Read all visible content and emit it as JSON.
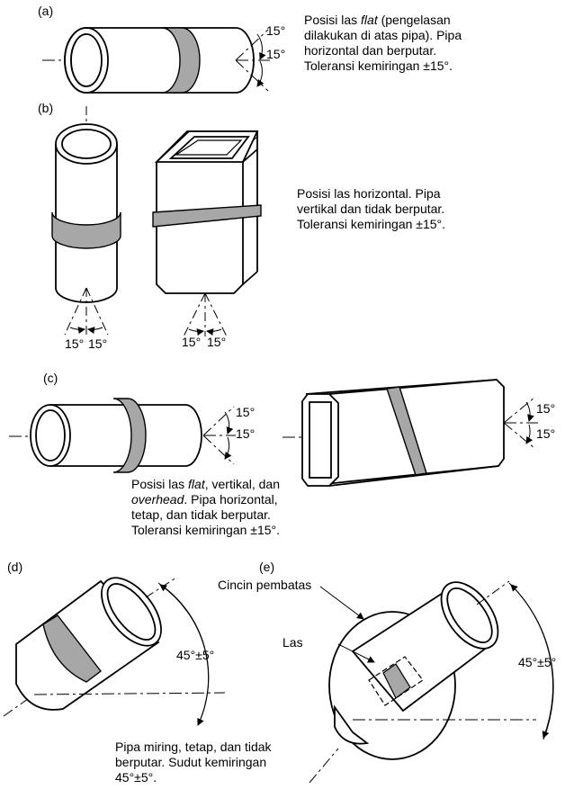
{
  "panels": {
    "a": {
      "label": "(a)",
      "desc": [
        "Posisi las ",
        "flat",
        " (pengelasan",
        "dilakukan di atas pipa). Pipa",
        "horizontal dan berputar.",
        "Toleransi kemiringan ±15°."
      ],
      "angle_top": "15°",
      "angle_bottom": "15°"
    },
    "b": {
      "label": "(b)",
      "desc": [
        "Posisi las horizontal. Pipa",
        "vertikal dan tidak berputar.",
        "Toleransi kemiringan ±15°."
      ],
      "angle_left_1": "15°",
      "angle_left_2": "15°",
      "angle_right_1": "15°",
      "angle_right_2": "15°"
    },
    "c": {
      "label": "(c)",
      "desc": [
        "Posisi las ",
        "flat",
        ", vertikal, dan",
        "overhead",
        ". Pipa horizontal,",
        "tetap, dan tidak berputar.",
        "Toleransi kemiringan ±15°."
      ],
      "angle_left_top": "15°",
      "angle_left_bottom": "15°",
      "angle_right_top": "15°",
      "angle_right_bottom": "15°"
    },
    "d": {
      "label": "(d)",
      "angle": "45°±5°",
      "desc": [
        "Pipa miring, tetap, dan tidak",
        "berputar. Sudut kemiringan",
        "45°±5°."
      ]
    },
    "e": {
      "label": "(e)",
      "ring_label": "Cincin pembatas",
      "weld_label": "Las",
      "angle": "45°±5°"
    }
  },
  "colors": {
    "weld": "#a7a7a7",
    "line": "#000000",
    "background": "#ffffff"
  }
}
